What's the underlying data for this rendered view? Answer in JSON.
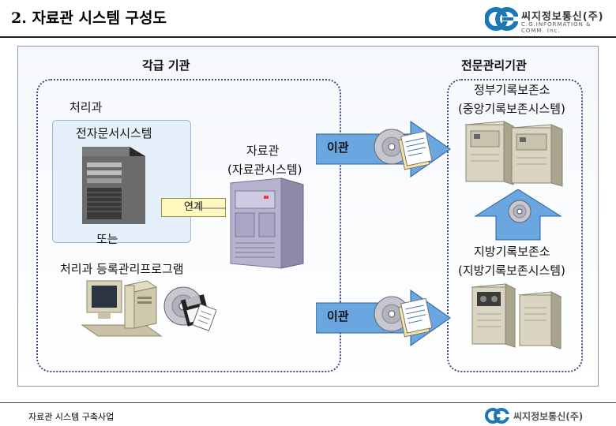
{
  "header": {
    "title": "2. 자료관 시스템 구성도",
    "logo_name": "씨지정보통신(주)",
    "logo_sub": "C.G.INFORMATION & COMM. Inc."
  },
  "left_section": {
    "title": "각급 기관",
    "dept_label": "처리과",
    "edms_label": "전자문서시스템",
    "link_label": "연계",
    "or_label": "또는",
    "regprog_label": "처리과 등록관리프로그램"
  },
  "center": {
    "archive_label": "자료관",
    "archive_sub": "(자료관시스템)",
    "transfer_top": "이관",
    "transfer_bottom": "이관"
  },
  "right_section": {
    "title": "전문관리기관",
    "national_label": "정부기록보존소",
    "national_sub": "(중앙기록보존시스템)",
    "regional_label": "지방기록보존소",
    "regional_sub": "(지방기록보존시스템)"
  },
  "footer": {
    "project": "자료관 시스템 구축사업",
    "logo_name": "씨지정보통신(주)"
  },
  "colors": {
    "arrow_fill": "#6aa6e0",
    "arrow_stroke": "#2a5f9a",
    "dotted": "#3b4a7a",
    "link_bg": "#fff8c0"
  }
}
